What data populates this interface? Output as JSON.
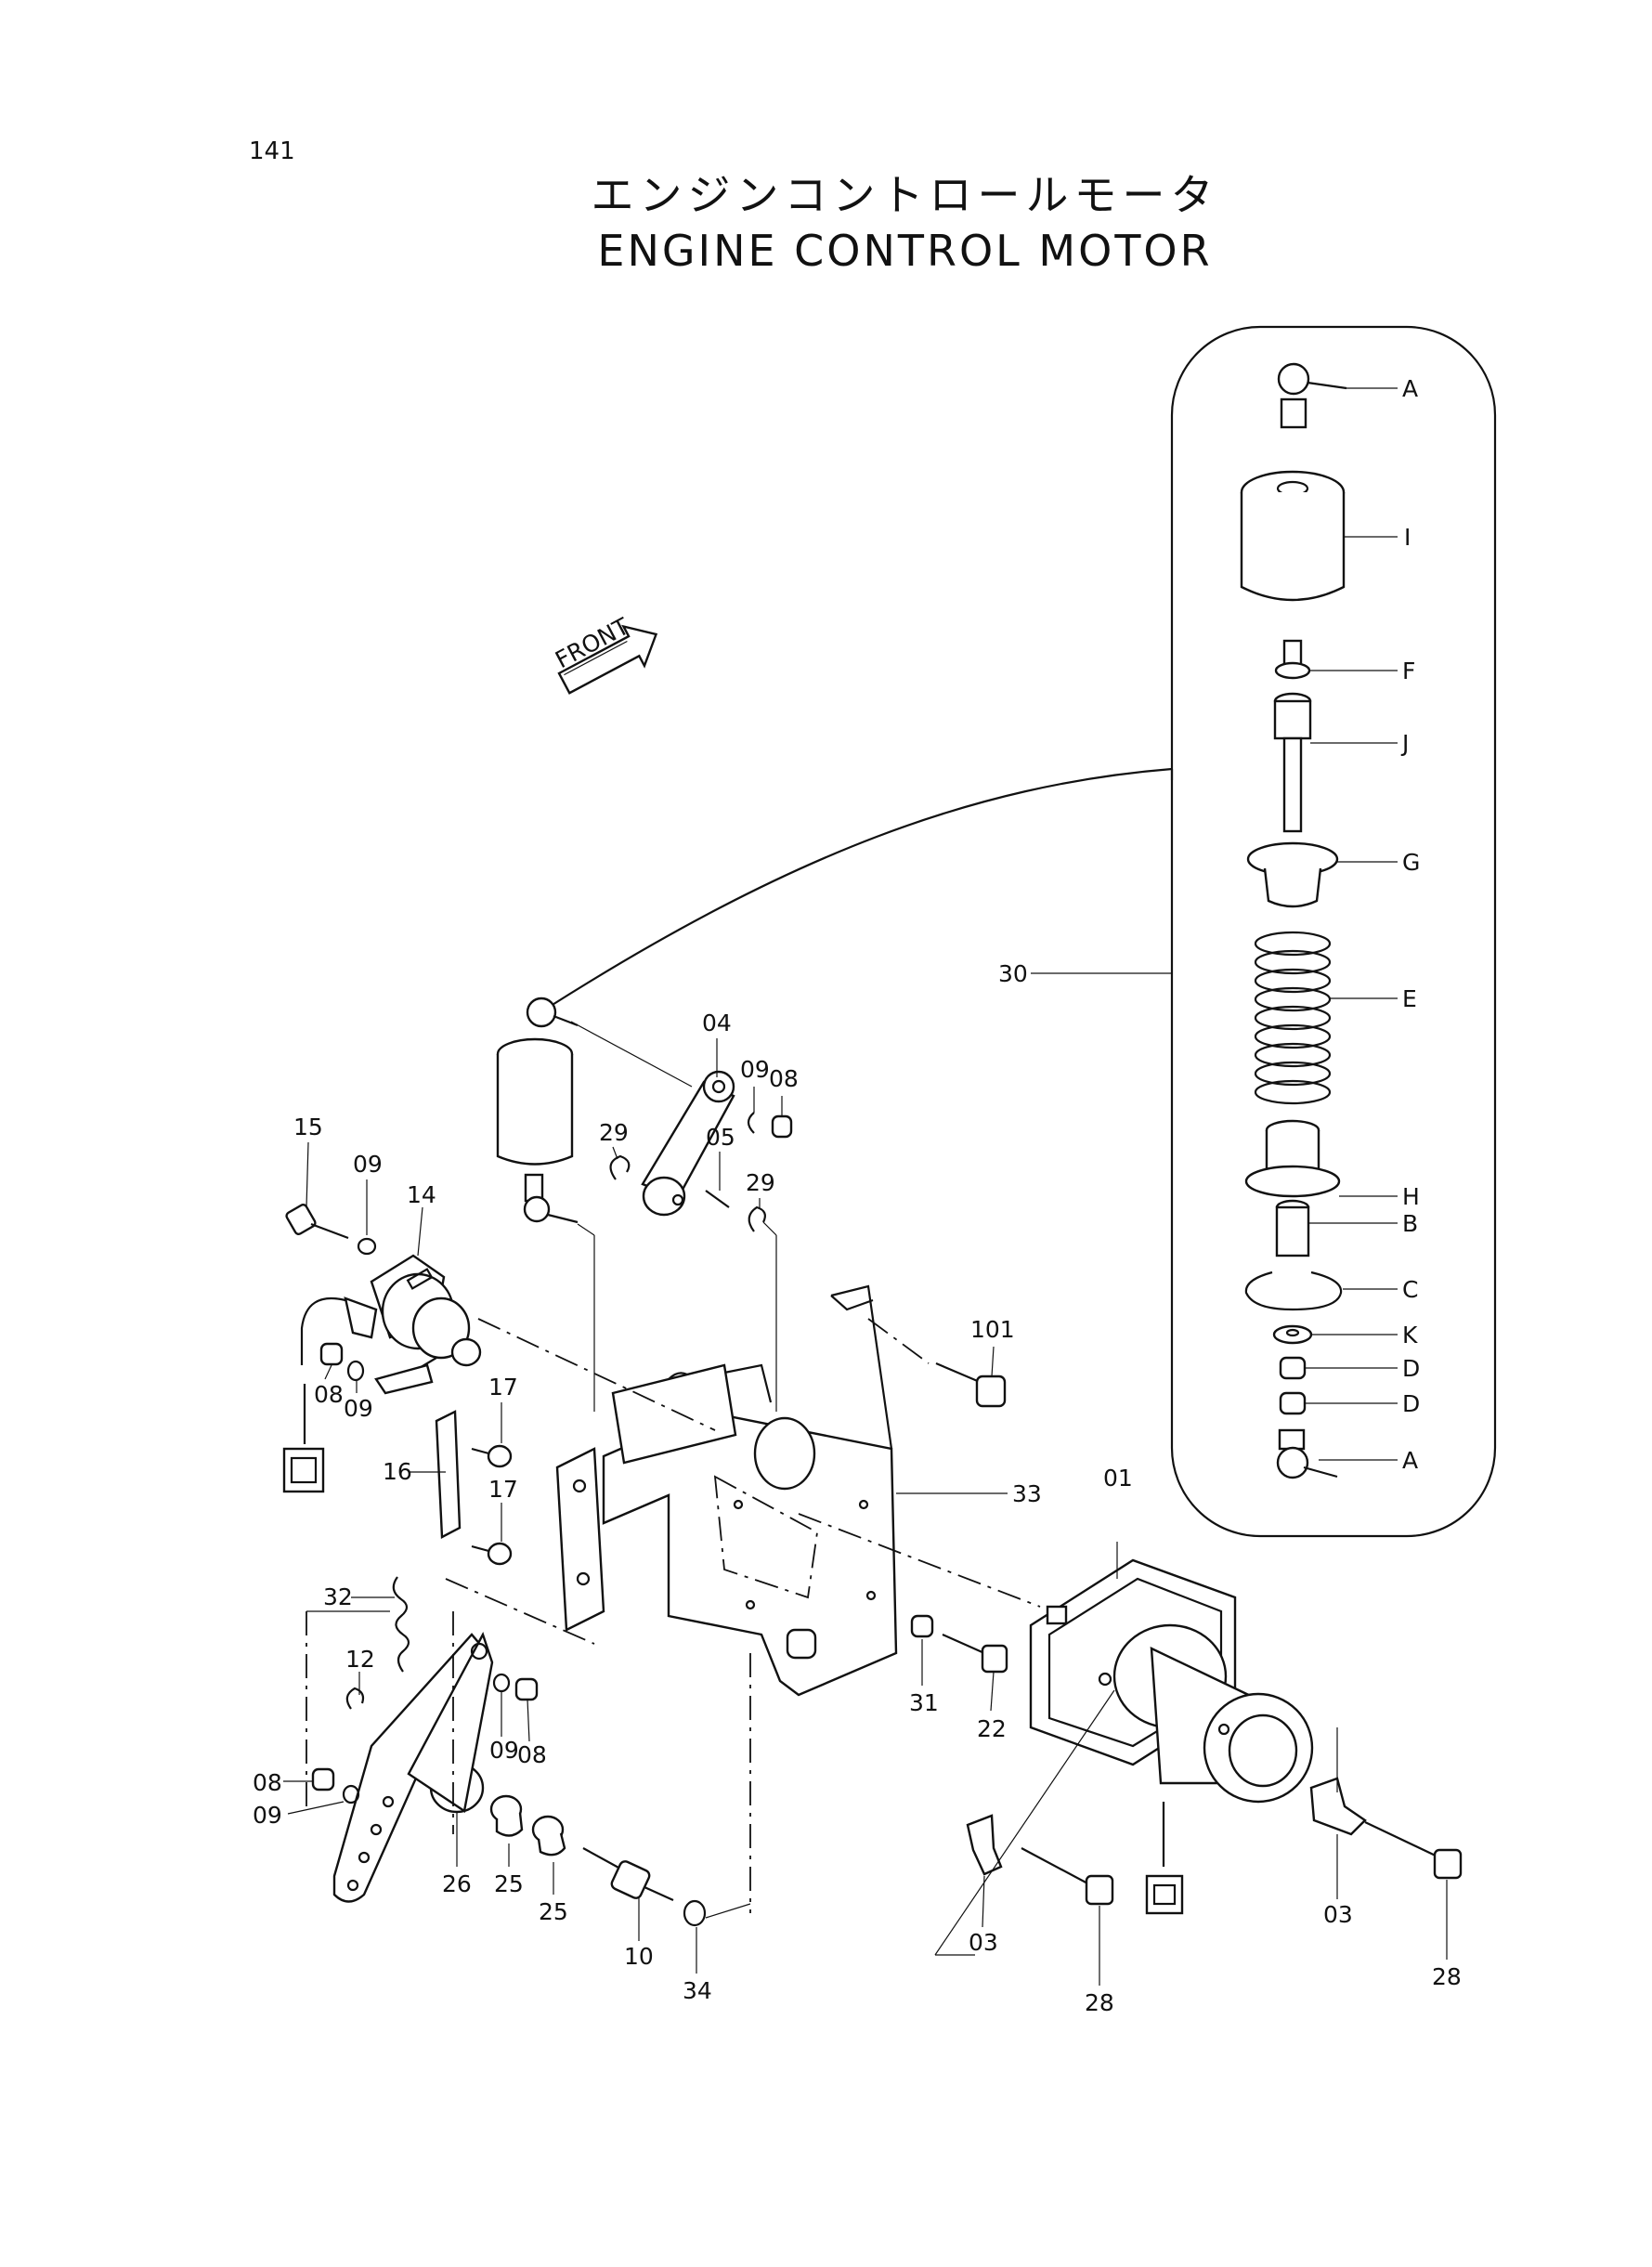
{
  "page_number": "141",
  "title_ja": "エンジンコントロールモータ",
  "title_en": "ENGINE CONTROL MOTOR",
  "front_label": "FRONT",
  "callouts": {
    "c01": "01",
    "c03a": "03",
    "c03b": "03",
    "c04": "04",
    "c05": "05",
    "c08a": "08",
    "c08b": "08",
    "c08c": "08",
    "c08d": "08",
    "c09a": "09",
    "c09b": "09",
    "c09c": "09",
    "c09d": "09",
    "c09e": "09",
    "c10": "10",
    "c12": "12",
    "c14": "14",
    "c15": "15",
    "c16": "16",
    "c17a": "17",
    "c17b": "17",
    "c22": "22",
    "c25a": "25",
    "c25b": "25",
    "c26": "26",
    "c28a": "28",
    "c28b": "28",
    "c29a": "29",
    "c29b": "29",
    "c30": "30",
    "c31": "31",
    "c32": "32",
    "c33": "33",
    "c34": "34",
    "c101": "101"
  },
  "detail_labels": {
    "A1": "A",
    "I": "I",
    "F": "F",
    "J": "J",
    "G": "G",
    "E": "E",
    "H": "H",
    "B": "B",
    "C": "C",
    "K": "K",
    "D1": "D",
    "D2": "D",
    "A2": "A"
  }
}
